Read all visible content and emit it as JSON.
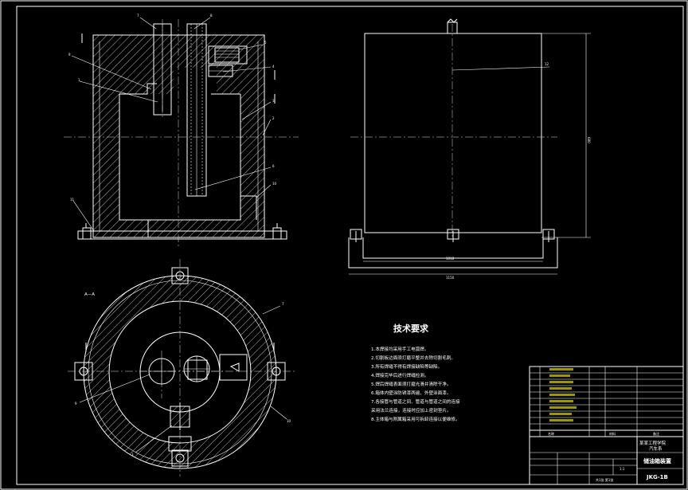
{
  "section_label": "A—A",
  "requirements": {
    "title": "技术要求",
    "items": [
      "1.本焊接均采用手工电弧焊。",
      "2.切割板边面须打磨平整并去除切割毛刺。",
      "3.所有焊缝不得有焊接缺陷等缺陷。",
      "4.焊接完毕后进行焊缝检测。",
      "5.焊后焊缝表面须打磨光滑并清除干净。",
      "6.箱体内壁涂防锈漆两遍，外壁涂面漆。",
      "7.各接管与管道之间、管道与管道之间的连接",
      "  采用法兰连接，连接时应加上密封垫片。",
      "8.主体箱与附属箱采用可拆卸连接以便维修。"
    ]
  },
  "title_block": {
    "row_labels": [
      "序号",
      "名称",
      "数量",
      "材料",
      "备注"
    ],
    "header": [
      "名称",
      "材料",
      "备注"
    ],
    "school": "某某工程学院",
    "dept": "汽车系",
    "drawing_name": "储油箱装置",
    "drawing_no": "JKG-1B",
    "sheet_info": "共1张  第1张",
    "scale": "1:1"
  },
  "callouts": [
    "1",
    "2",
    "3",
    "4",
    "5",
    "6",
    "7",
    "8",
    "9",
    "10",
    "11"
  ]
}
